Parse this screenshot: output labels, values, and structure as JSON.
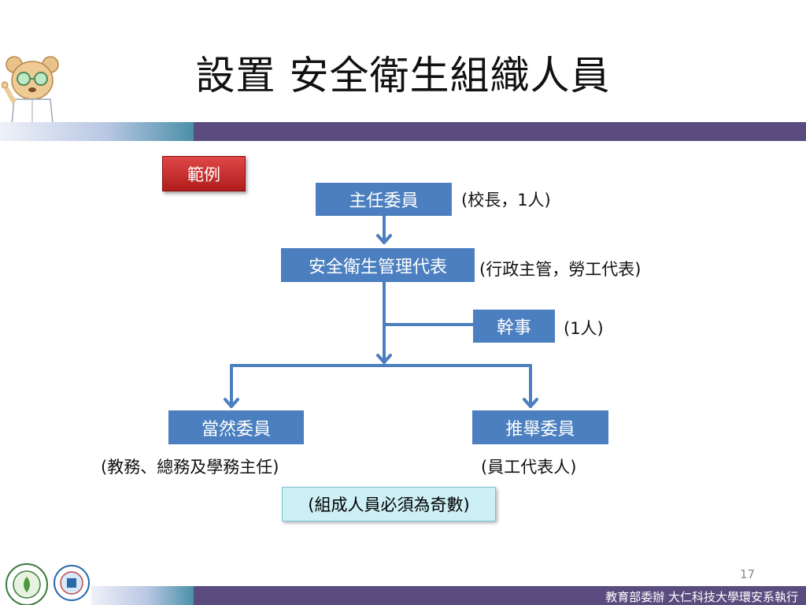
{
  "title": "設置 安全衛生組織人員",
  "tag": "範例",
  "nodes": {
    "chair": "主任委員",
    "rep": "安全衛生管理代表",
    "secretary": "幹事",
    "exofficio": "當然委員",
    "elected": "推舉委員"
  },
  "notes": {
    "chair": "(校長，1人)",
    "rep": "(行政主管，勞工代表)",
    "secretary": "(1人)",
    "exofficio": "(教務、總務及學務主任)",
    "elected": "(員工代表人)"
  },
  "callout": "(組成人員必須為奇數)",
  "footer": {
    "page_number": "17",
    "credit": "教育部委辦 大仁科技大學環安系執行"
  },
  "colors": {
    "node": "#4b7fbf",
    "connector": "#4b7fbf",
    "tag": "#c62828",
    "band": "#5b4c7f",
    "callout": "#cdeff6"
  },
  "icons": [
    "bear-scientist-mascot",
    "ministry-of-education-seal",
    "university-seal"
  ]
}
